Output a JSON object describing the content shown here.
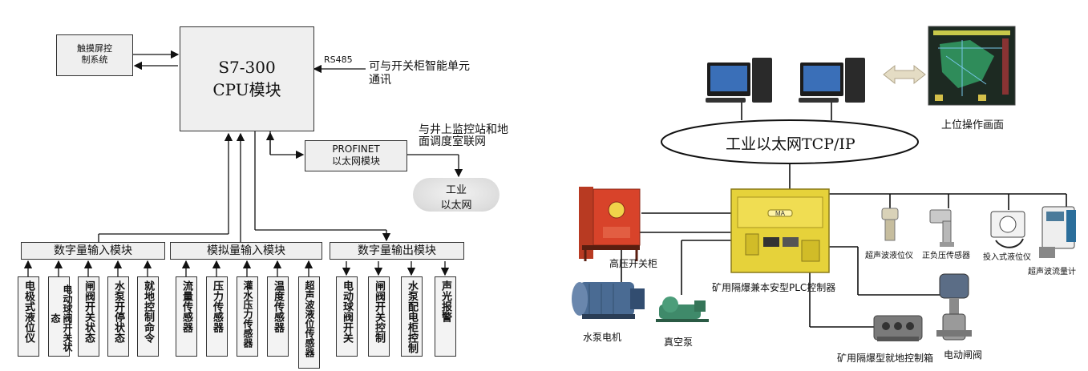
{
  "left_diagram": {
    "cpu": {
      "line1": "S7-300",
      "line2": "CPU模块"
    },
    "touch": {
      "line1": "触摸屏控",
      "line2": "制系统"
    },
    "rs485": "RS485",
    "switch_note": {
      "line1": "可与开关柜智能单元",
      "line2": "通讯"
    },
    "profinet": {
      "line1": "PROFINET",
      "line2": "以太网模块"
    },
    "monitor_note": {
      "line1": "与井上监控站和地",
      "line2": "面调度室联网"
    },
    "ethernet_cloud": {
      "line1": "工业",
      "line2": "以太网"
    },
    "digital_in": {
      "title": "数字量输入模块",
      "items": [
        "电极式液位仪",
        "电动球阀开关状态",
        "闸阀开关状态",
        "水泵开停状态",
        "就地控制命令"
      ]
    },
    "analog_in": {
      "title": "模拟量输入模块",
      "items": [
        "流量传感器",
        "压力传感器",
        "灌水压力传感器",
        "温度传感器",
        "超声波液位传感器"
      ]
    },
    "digital_out": {
      "title": "数字量输出模块",
      "items": [
        "电动球阀开关",
        "闸阀开关控制",
        "水泵配电柜控制",
        "声光报警"
      ]
    }
  },
  "right_diagram": {
    "network": "工业以太网TCP/IP",
    "hmi_caption": "上位操作画面",
    "plc_caption": "矿用隔爆兼本安型PLC控制器",
    "plc_badge": "MA",
    "devices": {
      "high_voltage": "高压开关柜",
      "pump_motor": "水泵电机",
      "vacuum_pump": "真空泵",
      "local_box": "矿用隔爆型就地控制箱",
      "gate_valve": "电动闸阀",
      "ultrasonic_level": "超声波液位仪",
      "pressure_sensor": "正负压传感器",
      "input_level": "投入式液位仪",
      "ultrasonic_flow": "超声波流量计"
    }
  },
  "colors": {
    "box_fill": "#efefef",
    "cabinet_red": "#d8432a",
    "plc_yellow": "#e6d23a",
    "motor_blue": "#4a6b93",
    "vacuum_green": "#3f8a6a"
  }
}
